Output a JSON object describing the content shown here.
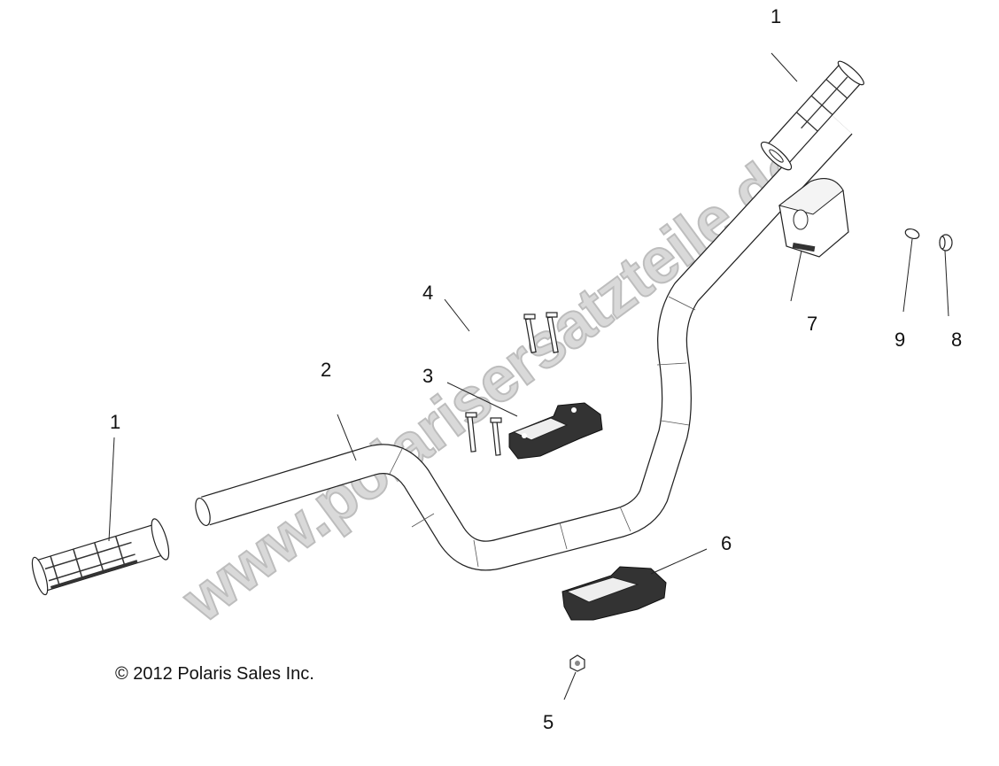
{
  "diagram": {
    "callouts": [
      {
        "id": "grip-left",
        "label": "1"
      },
      {
        "id": "handlebar",
        "label": "2"
      },
      {
        "id": "upper-clamp",
        "label": "3"
      },
      {
        "id": "bolts",
        "label": "4"
      },
      {
        "id": "grip-right",
        "label": "1"
      },
      {
        "id": "pad",
        "label": "7"
      },
      {
        "id": "screw",
        "label": "9"
      },
      {
        "id": "plug",
        "label": "8"
      },
      {
        "id": "lower-clamp",
        "label": "6"
      },
      {
        "id": "nut",
        "label": "5"
      }
    ],
    "copyright": "© 2012 Polaris Sales Inc.",
    "watermark": "www.polarisersatzteile.de"
  }
}
